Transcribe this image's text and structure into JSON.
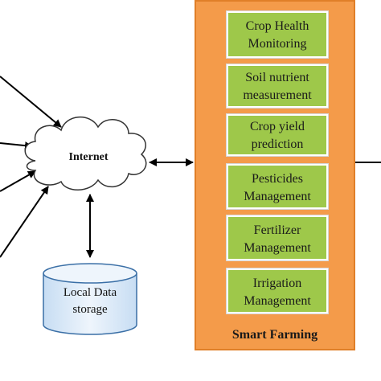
{
  "cloud": {
    "label": "Internet"
  },
  "storage": {
    "label": "Local Data\nstorage"
  },
  "panel": {
    "title": "Smart Farming",
    "items": [
      {
        "label": "Crop Health\nMonitoring"
      },
      {
        "label": "Soil nutrient\nmeasurement"
      },
      {
        "label": "Crop yield\nprediction"
      },
      {
        "label": "Pesticides\nManagement"
      },
      {
        "label": "Fertilizer\nManagement"
      },
      {
        "label": "Irrigation\nManagement"
      }
    ]
  },
  "colors": {
    "panel": "#f49b4a",
    "item": "#9ec84a",
    "storage": "#dbe9f7"
  }
}
